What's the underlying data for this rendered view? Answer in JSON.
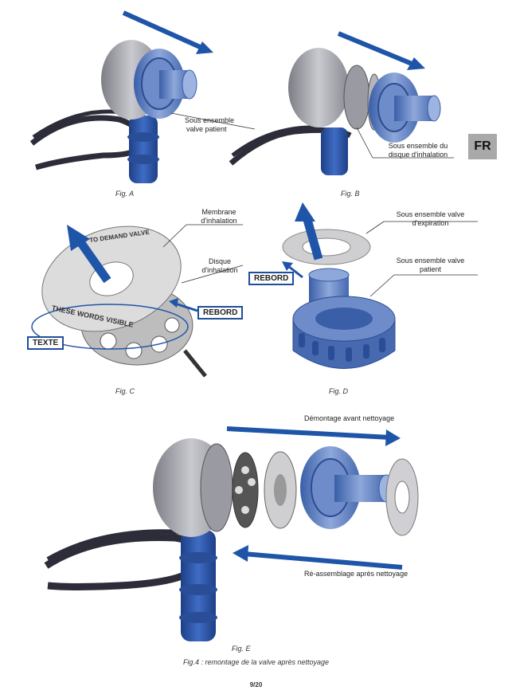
{
  "language_tab": "FR",
  "figures": {
    "a": {
      "caption": "Fig. A",
      "label_line1": "Sous ensemble",
      "label_line2": "valve patient"
    },
    "b": {
      "caption": "Fig. B",
      "label_line1": "Sous ensemble du",
      "label_line2": "disque d'inhalation"
    },
    "c": {
      "caption": "Fig. C",
      "membrane_line1": "Membrane",
      "membrane_line2": "d'inhalation",
      "disque_line1": "Disque",
      "disque_line2": "d'inhalation",
      "rebord": "REBORD",
      "texte": "TEXTE",
      "ring_top_text": "TO DEMAND VALVE",
      "ring_bottom_text": "THESE WORDS VISIBLE"
    },
    "d": {
      "caption": "Fig. D",
      "expiration_line1": "Sous ensemble valve",
      "expiration_line2": "d'expiration",
      "patient_line1": "Sous ensemble valve",
      "patient_line2": "patient",
      "rebord": "REBORD"
    },
    "e": {
      "caption": "Fig. E",
      "demontage": "Démontage avant nettoyage",
      "reassemblage": "Ré-assemblage après nettoyage"
    }
  },
  "main_caption": "Fig.4 : remontage de la valve après nettoyage",
  "page_number": "9/20",
  "colors": {
    "arrow_blue": "#1f55a8",
    "part_blue": "#5a7fc0",
    "box_border": "#1f4e9a",
    "tab_grey": "#a9a9a9"
  }
}
